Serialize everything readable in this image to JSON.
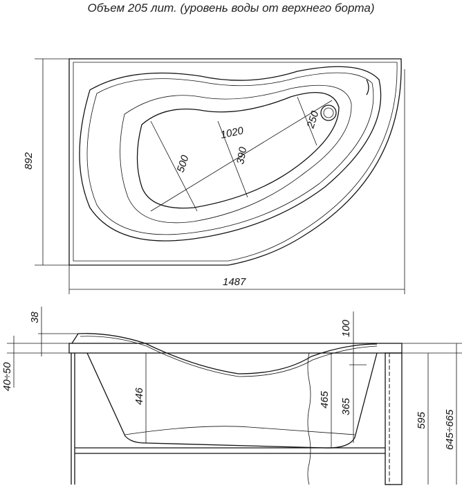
{
  "title": "Объем 205 лит. (уровень воды от верхнего борта)",
  "top_view": {
    "width": "1487",
    "height": "892",
    "inner_length": "1020",
    "inner_width": "390",
    "head_width": "500",
    "drain_width": "250"
  },
  "side_view": {
    "headrest": "38",
    "rim_height": "40÷50",
    "depth_head": "446",
    "depth_main": "465",
    "depth_overflow": "365",
    "overflow_offset": "100",
    "frame_height": "595",
    "total_height": "645÷665"
  }
}
